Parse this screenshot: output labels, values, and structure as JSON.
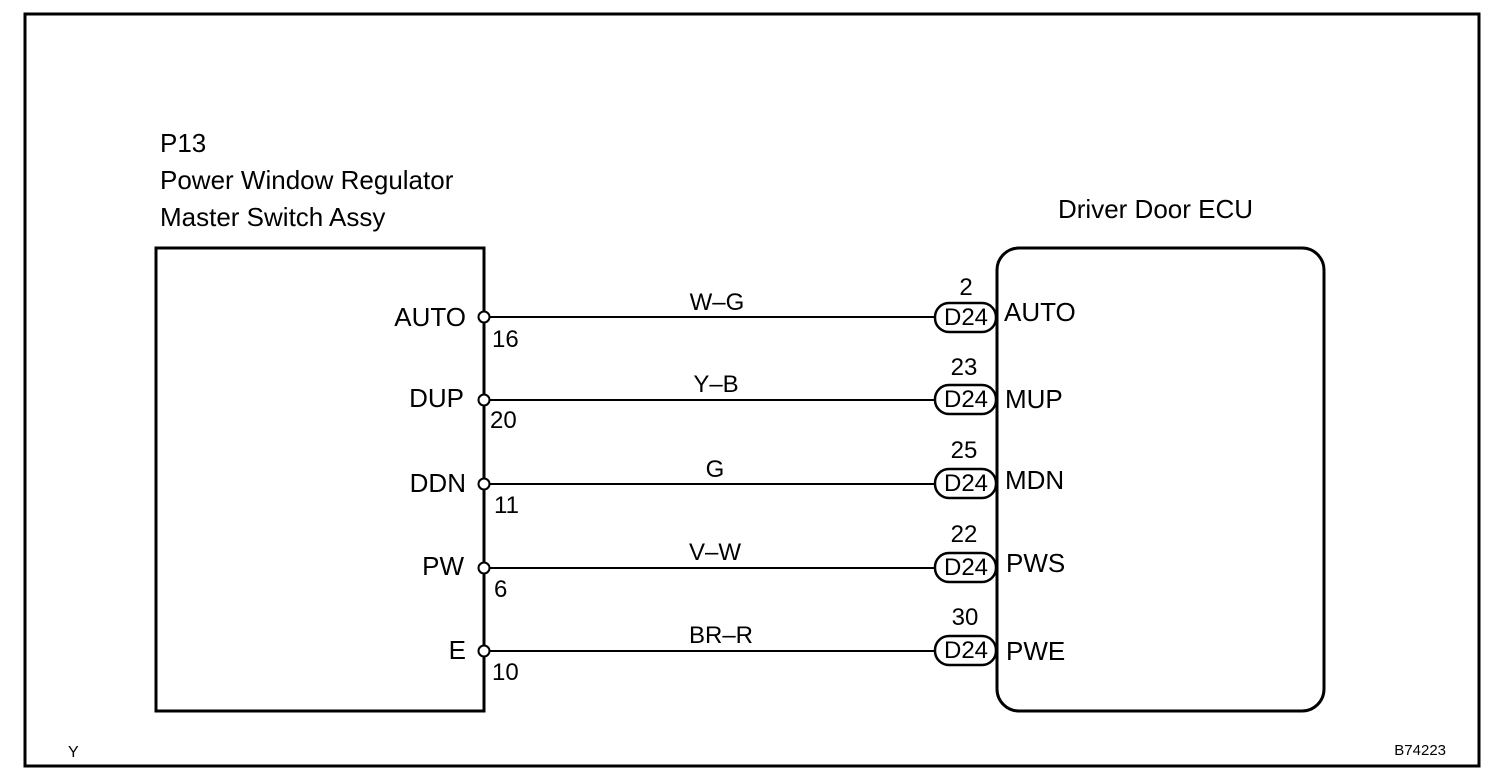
{
  "master_switch": {
    "code": "P13",
    "name_line1": "Power Window Regulator",
    "name_line2": "Master Switch Assy"
  },
  "ecu": {
    "name": "Driver Door ECU"
  },
  "connector_label": "D24",
  "wires": [
    {
      "left_terminal": "AUTO",
      "left_pin": "16",
      "color_code": "W–G",
      "right_pin": "2",
      "right_terminal": "AUTO"
    },
    {
      "left_terminal": "DUP",
      "left_pin": "20",
      "color_code": "Y–B",
      "right_pin": "23",
      "right_terminal": "MUP"
    },
    {
      "left_terminal": "DDN",
      "left_pin": "11",
      "color_code": "G",
      "right_pin": "25",
      "right_terminal": "MDN"
    },
    {
      "left_terminal": "PW",
      "left_pin": "6",
      "color_code": "V–W",
      "right_pin": "22",
      "right_terminal": "PWS"
    },
    {
      "left_terminal": "E",
      "left_pin": "10",
      "color_code": "BR–R",
      "right_pin": "30",
      "right_terminal": "PWE"
    }
  ],
  "footer": {
    "left_mark": "Y",
    "figure_id": "B74223"
  }
}
